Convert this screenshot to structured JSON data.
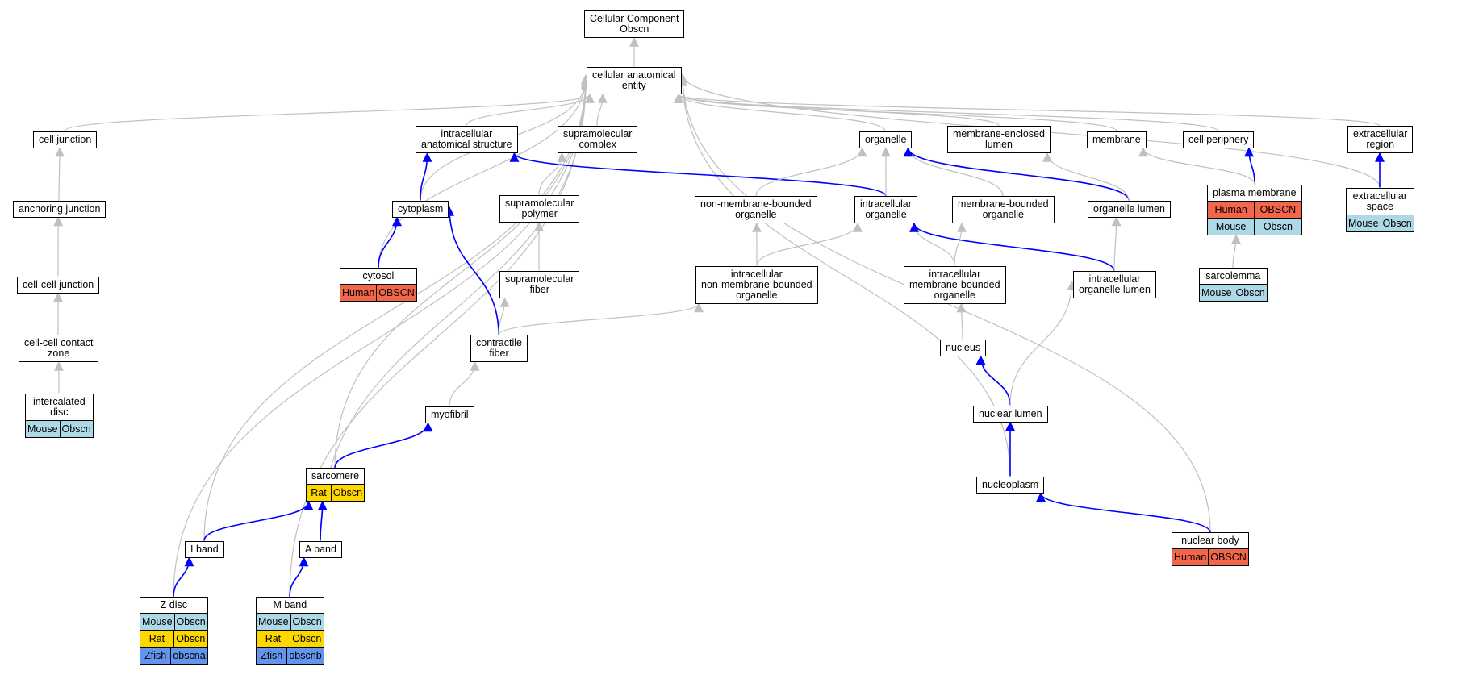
{
  "colors": {
    "gray_edge": "#c0c0c0",
    "blue_edge": "#0000ff",
    "Human": "#f4664a",
    "Mouse": "#add8e6",
    "Rat": "#ffd700",
    "Zfish": "#6495ed"
  },
  "nodes": {
    "root": {
      "label": "Cellular Component\nObscn"
    },
    "cae": {
      "label": "cellular anatomical\nentity"
    },
    "cj": {
      "label": "cell junction"
    },
    "aj": {
      "label": "anchoring junction"
    },
    "ccj": {
      "label": "cell-cell junction"
    },
    "cccz": {
      "label": "cell-cell contact\nzone"
    },
    "idisc": {
      "label": "intercalated\ndisc",
      "orthologs": [
        [
          "Mouse",
          "Obscn"
        ]
      ]
    },
    "ias": {
      "label": "intracellular\nanatomical structure"
    },
    "smc": {
      "label": "supramolecular\ncomplex"
    },
    "org": {
      "label": "organelle"
    },
    "mel": {
      "label": "membrane-enclosed\nlumen"
    },
    "mem": {
      "label": "membrane"
    },
    "cp": {
      "label": "cell periphery"
    },
    "ecr": {
      "label": "extracellular\nregion"
    },
    "cyto": {
      "label": "cytoplasm"
    },
    "smp": {
      "label": "supramolecular\npolymer"
    },
    "nmbo": {
      "label": "non-membrane-bounded\norganelle"
    },
    "io": {
      "label": "intracellular\norganelle"
    },
    "mbo": {
      "label": "membrane-bounded\norganelle"
    },
    "ol": {
      "label": "organelle lumen"
    },
    "pm": {
      "label": "plasma membrane",
      "orthologs": [
        [
          "Human",
          "OBSCN"
        ],
        [
          "Mouse",
          "Obscn"
        ]
      ]
    },
    "ecs": {
      "label": "extracellular\nspace",
      "orthologs": [
        [
          "Mouse",
          "Obscn"
        ]
      ]
    },
    "cytosol": {
      "label": "cytosol",
      "orthologs": [
        [
          "Human",
          "OBSCN"
        ]
      ]
    },
    "smf": {
      "label": "supramolecular\nfiber"
    },
    "inmbo": {
      "label": "intracellular\nnon-membrane-bounded\norganelle"
    },
    "imbo": {
      "label": "intracellular\nmembrane-bounded\norganelle"
    },
    "iol": {
      "label": "intracellular\norganelle lumen"
    },
    "sarcolemma": {
      "label": "sarcolemma",
      "orthologs": [
        [
          "Mouse",
          "Obscn"
        ]
      ]
    },
    "cf": {
      "label": "contractile\nfiber"
    },
    "nucleus": {
      "label": "nucleus"
    },
    "myofibril": {
      "label": "myofibril"
    },
    "nl": {
      "label": "nuclear lumen"
    },
    "sarcomere": {
      "label": "sarcomere",
      "orthologs": [
        [
          "Rat",
          "Obscn"
        ]
      ]
    },
    "np": {
      "label": "nucleoplasm"
    },
    "iband": {
      "label": "I band"
    },
    "aband": {
      "label": "A band"
    },
    "nb": {
      "label": "nuclear body",
      "orthologs": [
        [
          "Human",
          "OBSCN"
        ]
      ]
    },
    "zdisc": {
      "label": "Z disc",
      "orthologs": [
        [
          "Mouse",
          "Obscn"
        ],
        [
          "Rat",
          "Obscn"
        ],
        [
          "Zfish",
          "obscna"
        ]
      ]
    },
    "mband": {
      "label": "M band",
      "orthologs": [
        [
          "Mouse",
          "Obscn"
        ],
        [
          "Rat",
          "Obscn"
        ],
        [
          "Zfish",
          "obscnb"
        ]
      ]
    }
  },
  "edges": [
    [
      "cae",
      "root",
      "gray"
    ],
    [
      "cj",
      "cae",
      "gray"
    ],
    [
      "aj",
      "cj",
      "gray"
    ],
    [
      "ccj",
      "aj",
      "gray"
    ],
    [
      "cccz",
      "ccj",
      "gray"
    ],
    [
      "idisc",
      "cccz",
      "gray"
    ],
    [
      "ias",
      "cae",
      "gray"
    ],
    [
      "smc",
      "cae",
      "gray"
    ],
    [
      "org",
      "cae",
      "gray"
    ],
    [
      "mel",
      "cae",
      "gray"
    ],
    [
      "mem",
      "cae",
      "gray"
    ],
    [
      "cp",
      "cae",
      "gray"
    ],
    [
      "ecr",
      "cae",
      "gray"
    ],
    [
      "ecs",
      "cae",
      "gray"
    ],
    [
      "cyto",
      "cae",
      "gray"
    ],
    [
      "cytosol",
      "cae",
      "gray"
    ],
    [
      "sarcomere",
      "cae",
      "gray"
    ],
    [
      "iband",
      "cae",
      "gray"
    ],
    [
      "zdisc",
      "cae",
      "gray"
    ],
    [
      "mband",
      "cae",
      "gray"
    ],
    [
      "aband",
      "cae",
      "gray"
    ],
    [
      "np",
      "cae",
      "gray"
    ],
    [
      "nb",
      "cae",
      "gray"
    ],
    [
      "cyto",
      "ias",
      "blue"
    ],
    [
      "cytosol",
      "cyto",
      "blue"
    ],
    [
      "cf",
      "cyto",
      "blue"
    ],
    [
      "io",
      "ias",
      "blue"
    ],
    [
      "smp",
      "smc",
      "gray"
    ],
    [
      "smf",
      "smp",
      "gray"
    ],
    [
      "cf",
      "smf",
      "gray"
    ],
    [
      "cf",
      "inmbo",
      "gray"
    ],
    [
      "nmbo",
      "org",
      "gray"
    ],
    [
      "io",
      "org",
      "gray"
    ],
    [
      "mbo",
      "org",
      "gray"
    ],
    [
      "ol",
      "org",
      "blue"
    ],
    [
      "ol",
      "mel",
      "gray"
    ],
    [
      "inmbo",
      "nmbo",
      "gray"
    ],
    [
      "inmbo",
      "io",
      "gray"
    ],
    [
      "imbo",
      "io",
      "gray"
    ],
    [
      "imbo",
      "mbo",
      "gray"
    ],
    [
      "iol",
      "io",
      "blue"
    ],
    [
      "iol",
      "ol",
      "gray"
    ],
    [
      "pm",
      "cp",
      "blue"
    ],
    [
      "pm",
      "mem",
      "gray"
    ],
    [
      "ecs",
      "ecr",
      "blue"
    ],
    [
      "sarcolemma",
      "pm",
      "gray"
    ],
    [
      "nucleus",
      "imbo",
      "gray"
    ],
    [
      "nl",
      "nucleus",
      "blue"
    ],
    [
      "nl",
      "iol",
      "gray"
    ],
    [
      "np",
      "nl",
      "blue"
    ],
    [
      "nb",
      "np",
      "blue"
    ],
    [
      "myofibril",
      "cf",
      "gray"
    ],
    [
      "sarcomere",
      "myofibril",
      "blue"
    ],
    [
      "iband",
      "sarcomere",
      "blue"
    ],
    [
      "aband",
      "sarcomere",
      "blue"
    ],
    [
      "zdisc",
      "iband",
      "blue"
    ],
    [
      "mband",
      "aband",
      "blue"
    ]
  ]
}
